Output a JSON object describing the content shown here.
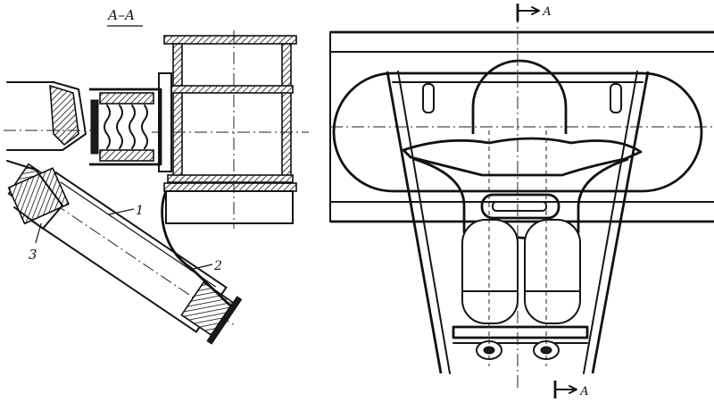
{
  "section_title": "А–А",
  "section_marks": {
    "top": "А",
    "bottom": "А"
  },
  "callouts": {
    "one": "1",
    "two": "2",
    "three": "3"
  }
}
